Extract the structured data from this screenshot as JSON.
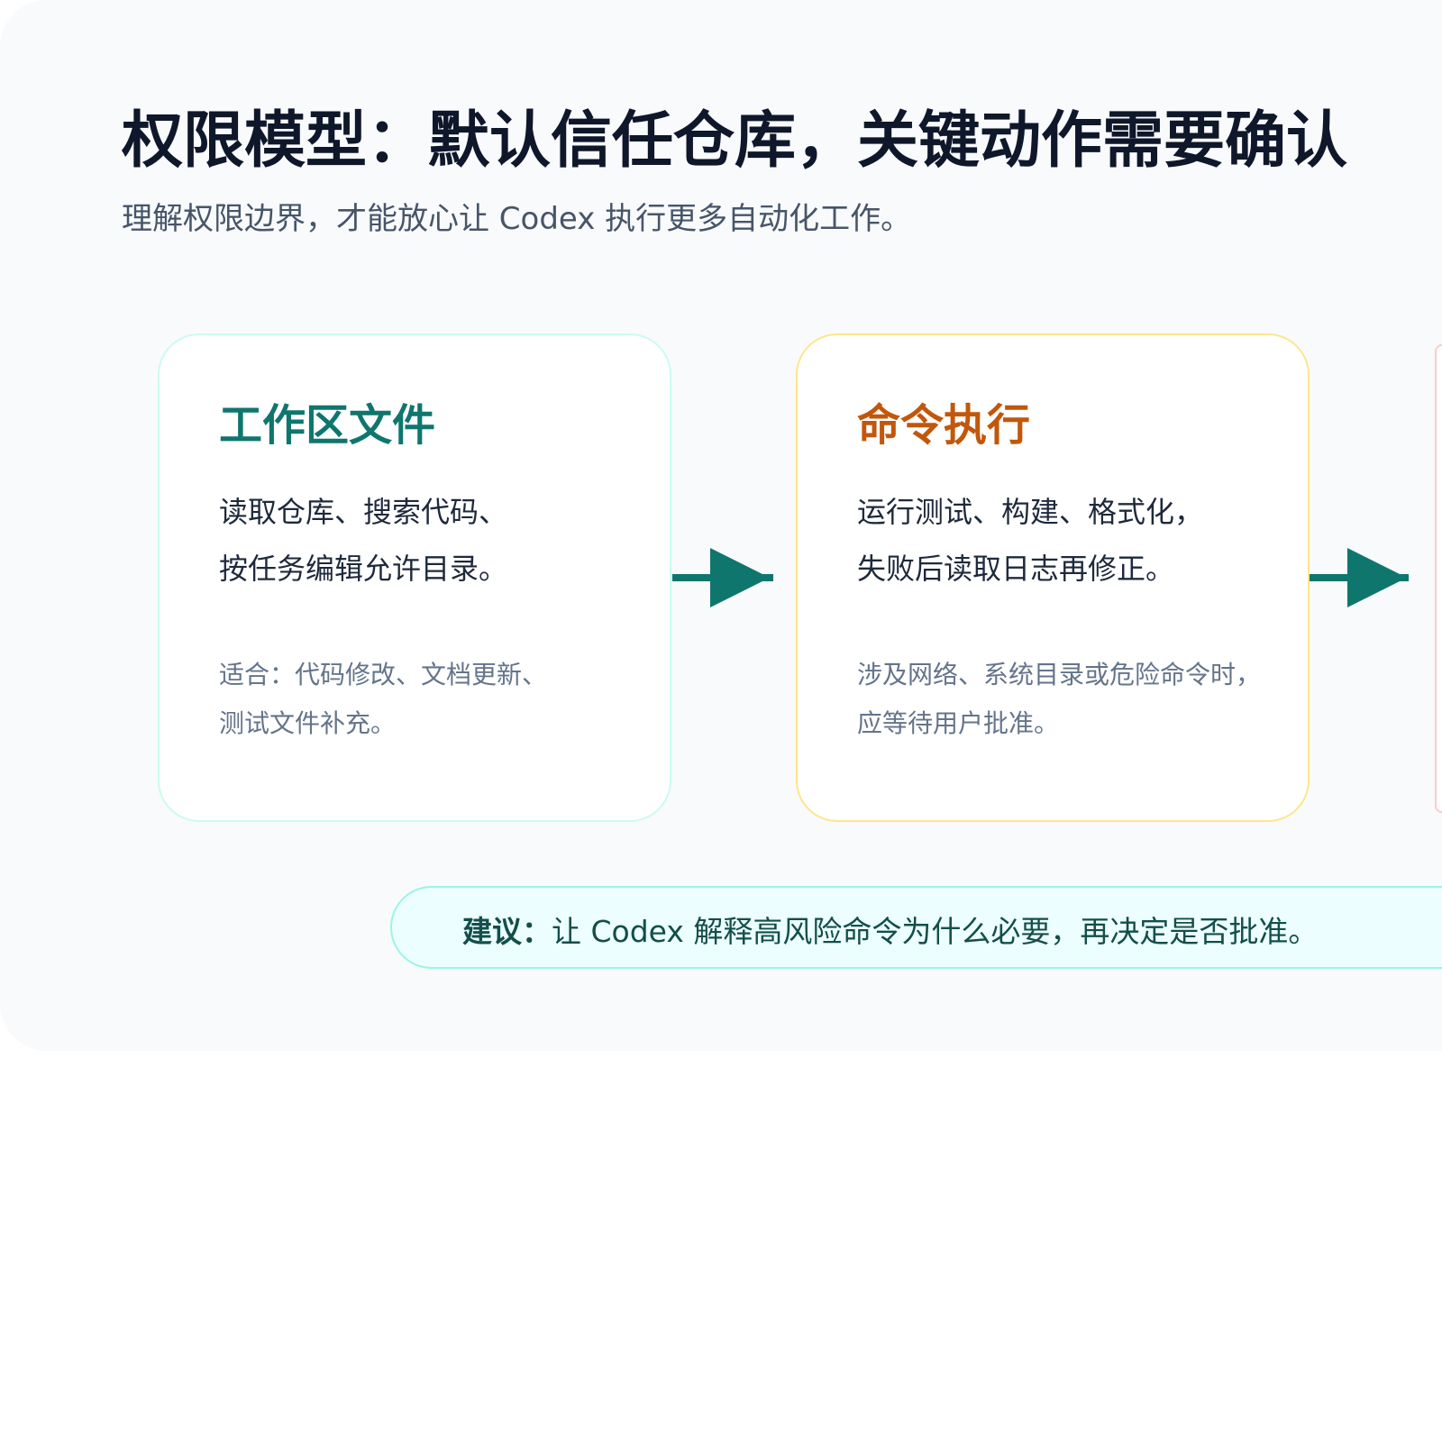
{
  "header": {
    "title": "权限模型：默认信任仓库，关键动作需要确认",
    "subtitle": "理解权限边界，才能放心让 Codex 执行更多自动化工作。"
  },
  "cards": [
    {
      "title": "工作区文件",
      "body": [
        "读取仓库、搜索代码、",
        "按任务编辑允许目录。"
      ],
      "note": [
        "适合：代码修改、文档更新、",
        "测试文件补充。"
      ],
      "accent": "#0f766e",
      "border": "#ccfbf1"
    },
    {
      "title": "命令执行",
      "body": [
        "运行测试、构建、格式化，",
        "失败后读取日志再修正。"
      ],
      "note": [
        "涉及网络、系统目录或危险命令时，",
        "应等待用户批准。"
      ],
      "accent": "#c2570c",
      "border": "#fde68a"
    },
    {
      "border": "#fecaca"
    }
  ],
  "arrow_color": "#0f766e",
  "callout": {
    "label": "建议：",
    "text": "让 Codex 解释高风险命令为什么必要，再决定是否批准。"
  }
}
